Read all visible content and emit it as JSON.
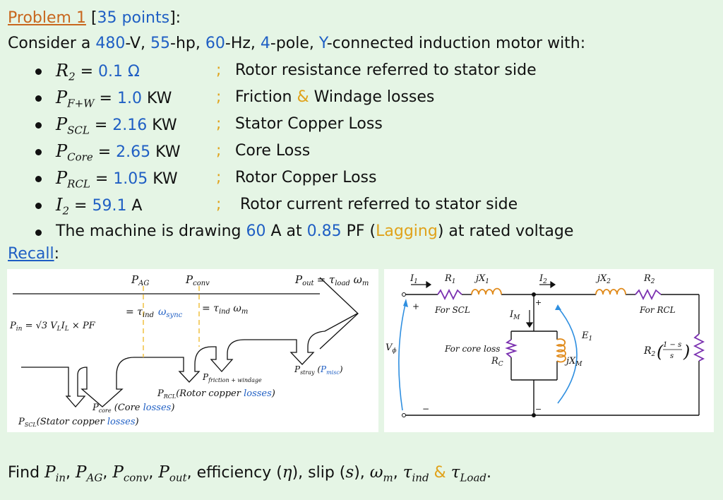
{
  "title": {
    "problem": "Problem 1",
    "points": "[35 points]",
    "points_open": "[",
    "points_value": "35 points",
    "points_close": "]:"
  },
  "intro": {
    "prefix": "Consider a ",
    "voltage": "480",
    "voltage_unit": "-V, ",
    "hp": "55",
    "hp_unit": "-hp, ",
    "freq": "60",
    "freq_unit": "-Hz, ",
    "poles": "4",
    "poles_unit": "-pole, ",
    "conn": "Y",
    "suffix": "-connected induction motor with:"
  },
  "items": [
    {
      "sym": "R",
      "sub": "2",
      "eq": " = ",
      "val": "0.1 Ω",
      "unit": "",
      "desc": "Rotor resistance referred to stator side"
    },
    {
      "sym": "P",
      "sub": "F+W",
      "eq": " = ",
      "val": "1.0",
      "unit": " KW",
      "desc_a": "Friction ",
      "amp": "&",
      "desc_b": " Windage losses"
    },
    {
      "sym": "P",
      "sub": "SCL",
      "eq": " = ",
      "val": "2.16",
      "unit": " KW",
      "desc": "Stator Copper Loss"
    },
    {
      "sym": "P",
      "sub": "Core",
      "eq": " = ",
      "val": "2.65",
      "unit": " KW",
      "desc": "Core Loss"
    },
    {
      "sym": "P",
      "sub": "RCL",
      "eq": " = ",
      "val": "1.05",
      "unit": " KW",
      "desc": "Rotor Copper Loss"
    },
    {
      "sym": "I",
      "sub": "2",
      "eq": " = ",
      "val": "59.1",
      "unit": " A",
      "desc": "Rotor current referred to stator side"
    }
  ],
  "semicolon": ";",
  "drawing": {
    "a": "The machine is drawing ",
    "amps": "60",
    "b": " A at ",
    "pf": "0.85",
    "c": " PF (",
    "lag": "Lagging",
    "d": ") at rated voltage"
  },
  "recall": {
    "label": "Recall",
    "colon": ":"
  },
  "powerflow": {
    "p_ag": "P",
    "p_ag_sub": "AG",
    "p_conv": "P",
    "p_conv_sub": "conv",
    "p_out": "P",
    "p_out_sub": "out",
    "out_eq": "= τ",
    "out_eq_sub": "load",
    "out_eq_tail": " ω",
    "out_eq_tail_sub": "m",
    "ag_eq": "= τ",
    "ag_eq_sub": "ind",
    "ag_omega": "ω",
    "ag_omega_sub": "sync",
    "conv_eq": "= τ",
    "conv_eq_sub": "ind",
    "conv_omega": " ω",
    "conv_omega_sub": "m",
    "pin": "P",
    "pin_sub": "in",
    "pin_eq": " = √3 V",
    "pin_vl_sub": "L",
    "pin_i": "I",
    "pin_il_sub": "L",
    "pin_tail": " × PF",
    "stray": "P",
    "stray_sub": "stray",
    "stray_paren_open": " (",
    "misc": "P",
    "misc_sub": "misc",
    "stray_paren_close": ")",
    "fw": "P",
    "fw_sub": "friction + windage",
    "rcl": "P",
    "rcl_sub": "RCL",
    "rcl_text": "(Rotor copper ",
    "rcl_losses": "losses",
    "rcl_close": ")",
    "core": "P",
    "core_sub": "core",
    "core_text": " (Core ",
    "core_losses": "losses",
    "core_close": ")",
    "scl": "P",
    "scl_sub": "SCL",
    "scl_text": "(Stator copper ",
    "scl_losses": "losses",
    "scl_close": ")"
  },
  "circuit": {
    "i1": "I",
    "i1_sub": "1",
    "r1": "R",
    "r1_sub": "1",
    "jx1": "jX",
    "jx1_sub": "1",
    "i2": "I",
    "i2_sub": "2",
    "jx2": "jX",
    "jx2_sub": "2",
    "r2": "R",
    "r2_sub": "2",
    "for_scl": "For SCL",
    "for_rcl": "For RCL",
    "im": "I",
    "im_sub": "M",
    "e1": "E",
    "e1_sub": "1",
    "vphi": "V",
    "vphi_sub": "ϕ",
    "for_core": "For core loss",
    "rc": "R",
    "rc_sub": "C",
    "jxm": "jX",
    "jxm_sub": "M",
    "load_r": "R",
    "load_r_sub": "2",
    "load_num": "1 − s",
    "load_den": "s",
    "plus": "+",
    "minus": "−"
  },
  "find": {
    "prefix": "Find ",
    "pin": "P",
    "pin_sub": "in",
    "sep1": ",  ",
    "pag": "P",
    "pag_sub": "AG",
    "sep2": ", ",
    "pconv": "P",
    "pconv_sub": "conv",
    "sep3": ", ",
    "pout": "P",
    "pout_sub": "out",
    "eff": ", efficiency (",
    "eta": "η",
    "slip": "), slip (",
    "s": "s",
    "close": "), ",
    "wm": "ω",
    "wm_sub": "m",
    "sep4": ", ",
    "tind": "τ",
    "tind_sub": "ind",
    "amp": " & ",
    "tload": "τ",
    "tload_sub": "Load",
    "dot": "."
  },
  "colors": {
    "background": "#e5f5e5",
    "blue": "#1f5fc4",
    "orange": "#e0a21a",
    "rust": "#c8671e",
    "resistor_purple": "#7a2fb0",
    "inductor_orange": "#e08a1a",
    "arrow_blue": "#2f8fe0"
  }
}
